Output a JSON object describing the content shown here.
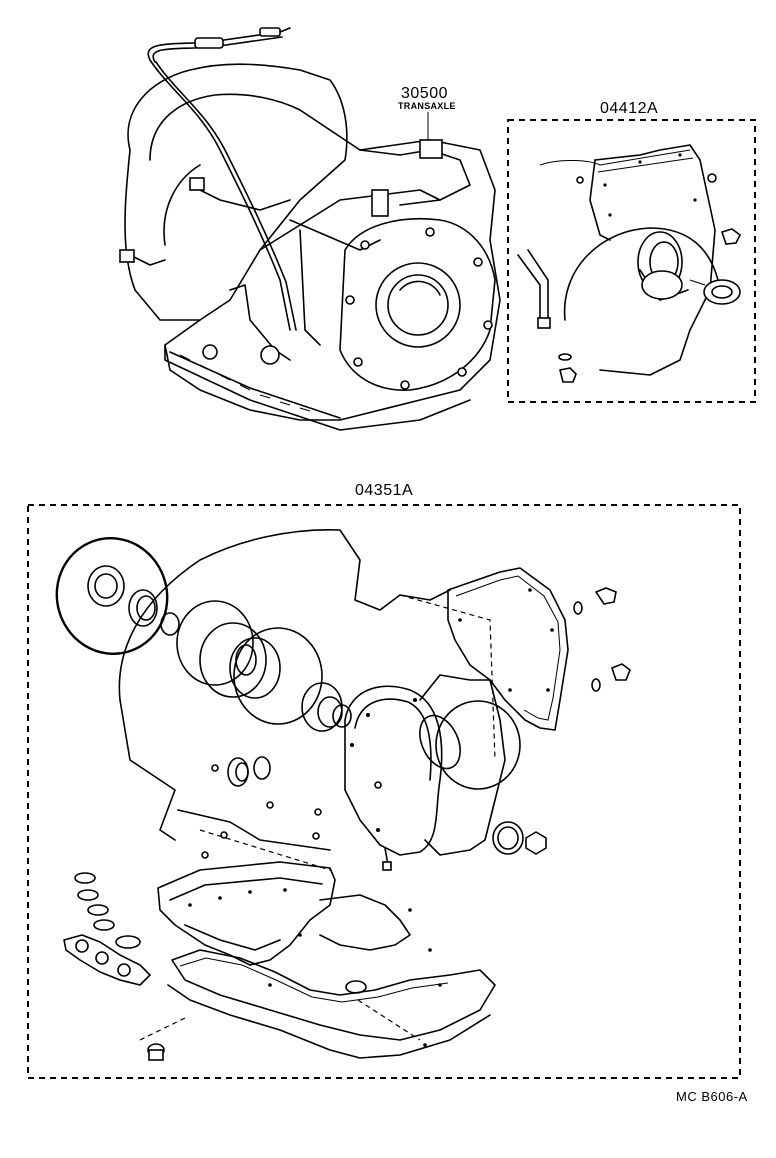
{
  "labels": {
    "transaxle_part_no": "30500",
    "transaxle_name": "TRANSAXLE",
    "oil_seal_kit_no": "04412A",
    "gasket_kit_no": "04351A",
    "footer_code": "MC  B606-A"
  },
  "icons": {
    "transaxle": "transaxle-assembly-drawing",
    "oil_seal_kit": "oil-seal-kit-drawing",
    "gasket_kit": "gasket-kit-exploded-drawing"
  },
  "colors": {
    "line": "#000000",
    "background": "#ffffff"
  }
}
